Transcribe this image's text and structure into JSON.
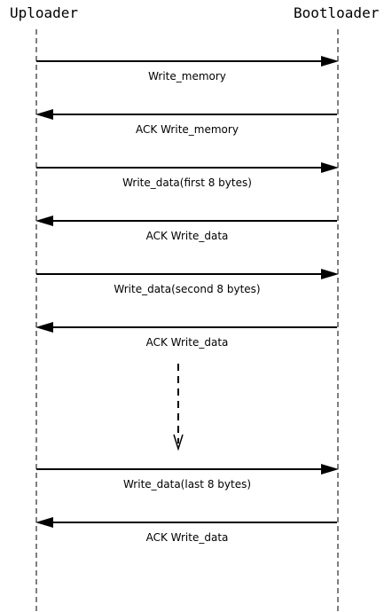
{
  "participants": {
    "left": "Uploader",
    "right": "Bootloader"
  },
  "messages": [
    {
      "label": "Write_memory",
      "direction": "to-right"
    },
    {
      "label": "ACK Write_memory",
      "direction": "to-left"
    },
    {
      "label": "Write_data(first 8 bytes)",
      "direction": "to-right"
    },
    {
      "label": "ACK Write_data",
      "direction": "to-left"
    },
    {
      "label": "Write_data(second 8 bytes)",
      "direction": "to-right"
    },
    {
      "label": "ACK Write_data",
      "direction": "to-left"
    },
    {
      "label": "Write_data(last 8 bytes)",
      "direction": "to-right"
    },
    {
      "label": "ACK Write_data",
      "direction": "to-left"
    }
  ],
  "colors": {
    "line": "#000000",
    "lifeline": "#555555"
  }
}
